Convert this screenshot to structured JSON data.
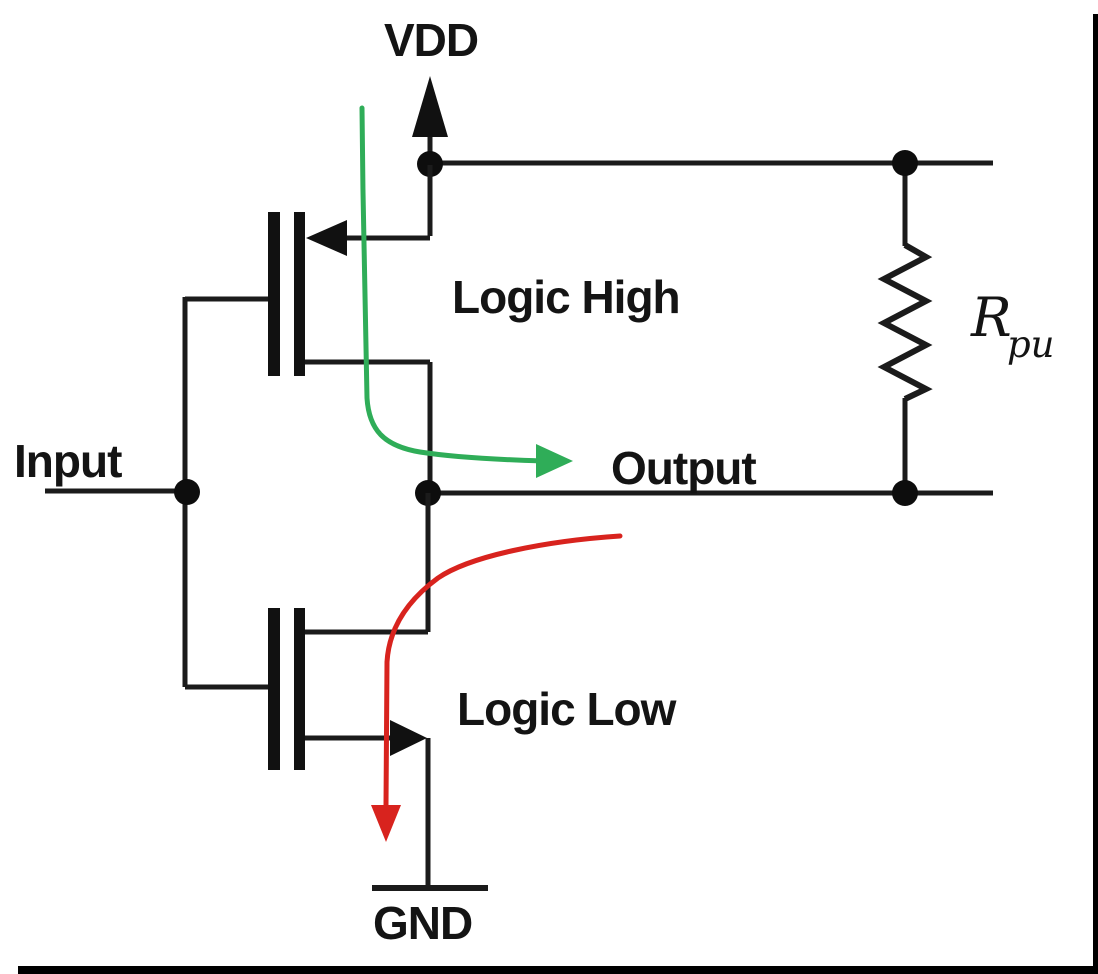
{
  "figure": {
    "title": "cmos-output-stage-with-pullup-resistor",
    "labels": {
      "vdd": "VDD",
      "input": "Input",
      "output": "Output",
      "gnd": "GND",
      "logic_high": "Logic High",
      "logic_low": "Logic Low",
      "resistor_base": "R",
      "resistor_subscript": "pu"
    },
    "colors": {
      "ink": "#1b1b1b",
      "label_text": "#141414",
      "logic_high_green": "#1aa64b",
      "current_green": "#2fad58",
      "logic_low_red": "#f31111",
      "current_red": "#d8231e",
      "background": "#ffffff",
      "border": "#000000"
    }
  }
}
